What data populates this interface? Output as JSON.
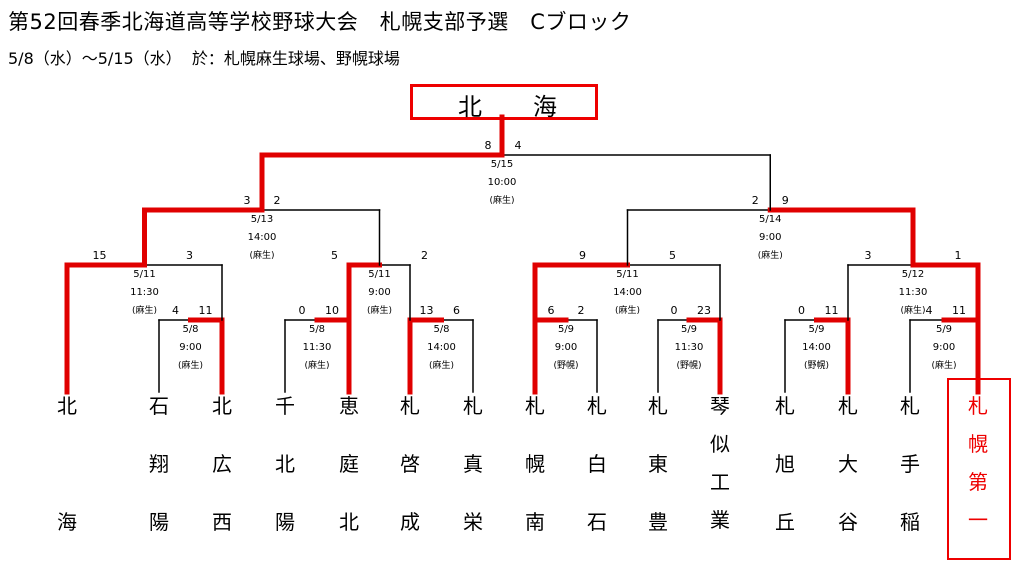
{
  "title": "第52回春季北海道高等学校野球大会　札幌支部予選　Cブロック",
  "subtitle": "5/8（水）～5/15（水）  於：札幌麻生球場、野幌球場",
  "champion": {
    "char1": "北",
    "char2": "海"
  },
  "teams": [
    {
      "name": "北海",
      "rows": [
        "北",
        "",
        "海"
      ]
    },
    {
      "name": "石翔陽",
      "rows": [
        "石",
        "翔",
        "陽"
      ]
    },
    {
      "name": "北広西",
      "rows": [
        "北",
        "広",
        "西"
      ]
    },
    {
      "name": "千北陽",
      "rows": [
        "千",
        "北",
        "陽"
      ]
    },
    {
      "name": "恵庭北",
      "rows": [
        "恵",
        "庭",
        "北"
      ]
    },
    {
      "name": "札啓成",
      "rows": [
        "札",
        "啓",
        "成"
      ]
    },
    {
      "name": "札真栄",
      "rows": [
        "札",
        "真",
        "栄"
      ]
    },
    {
      "name": "札幌南",
      "rows": [
        "札",
        "幌",
        "南"
      ]
    },
    {
      "name": "札白石",
      "rows": [
        "札",
        "白",
        "石"
      ]
    },
    {
      "name": "札東豊",
      "rows": [
        "札",
        "東",
        "豊"
      ]
    },
    {
      "name": "琴似工業",
      "rows": [
        "琴",
        "似",
        "工",
        "業"
      ]
    },
    {
      "name": "札旭丘",
      "rows": [
        "札",
        "旭",
        "丘"
      ]
    },
    {
      "name": "札大谷",
      "rows": [
        "札",
        "大",
        "谷"
      ]
    },
    {
      "name": "札手稲",
      "rows": [
        "札",
        "手",
        "稲"
      ]
    },
    {
      "name": "札幌第一",
      "rows": [
        "札",
        "幌",
        "第",
        "一"
      ]
    }
  ],
  "games": {
    "r1": [
      {
        "left": "4",
        "right": "11",
        "date": "5/8",
        "time": "9:00",
        "venue": "(麻生)"
      },
      {
        "left": "0",
        "right": "10",
        "date": "5/8",
        "time": "11:30",
        "venue": "(麻生)"
      },
      {
        "left": "13",
        "right": "6",
        "date": "5/8",
        "time": "14:00",
        "venue": "(麻生)"
      },
      {
        "left": "6",
        "right": "2",
        "date": "5/9",
        "time": "9:00",
        "venue": "(野幌)"
      },
      {
        "left": "0",
        "right": "23",
        "date": "5/9",
        "time": "11:30",
        "venue": "(野幌)"
      },
      {
        "left": "0",
        "right": "11",
        "date": "5/9",
        "time": "14:00",
        "venue": "(野幌)"
      },
      {
        "left": "4",
        "right": "11",
        "date": "5/9",
        "time": "9:00",
        "venue": "(麻生)"
      }
    ],
    "r2": [
      {
        "left": "15",
        "right": "3",
        "date": "5/11",
        "time": "11:30",
        "venue": "(麻生)"
      },
      {
        "left": "5",
        "right": "2",
        "date": "5/11",
        "time": "9:00",
        "venue": "(麻生)"
      },
      {
        "left": "9",
        "right": "5",
        "date": "5/11",
        "time": "14:00",
        "venue": "(麻生)"
      },
      {
        "left": "3",
        "right": "1",
        "date": "5/12",
        "time": "11:30",
        "venue": "(麻生)"
      }
    ],
    "r3": [
      {
        "left": "3",
        "right": "2",
        "date": "5/13",
        "time": "14:00",
        "venue": "(麻生)"
      },
      {
        "left": "2",
        "right": "9",
        "date": "5/14",
        "time": "9:00",
        "venue": "(麻生)"
      }
    ],
    "final": {
      "left": "8",
      "right": "4",
      "date": "5/15",
      "time": "10:00",
      "venue": "(麻生)"
    }
  },
  "colors": {
    "win": "#e00000",
    "line": "#000000"
  }
}
